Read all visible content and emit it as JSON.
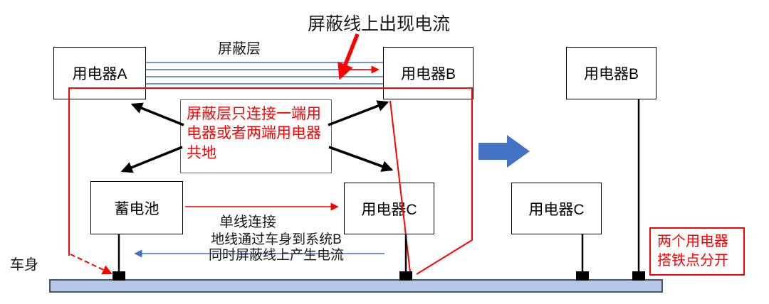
{
  "annotations": {
    "top": "屏蔽线上出现电流",
    "shield_layer": "屏蔽层",
    "center_note": "屏蔽层只连接一端用电器或者两端用电器共地",
    "single_wire": "单线连接",
    "ground_note_line1": "地线通过车身到系统B",
    "ground_note_line2": "同时屏蔽线上产生电流",
    "body": "车身",
    "right_note": "两个用电器搭铁点分开"
  },
  "boxes": {
    "device_a": "用电器A",
    "device_b_left": "用电器B",
    "battery": "蓄电池",
    "device_c_left": "用电器C",
    "device_b_right": "用电器B",
    "device_c_right": "用电器C"
  },
  "colors": {
    "red": "#ff0000",
    "blue": "#4472c4",
    "chassis": "#b4c7e7",
    "chassis_border": "#44546a",
    "ink": "#1a1a1a"
  }
}
